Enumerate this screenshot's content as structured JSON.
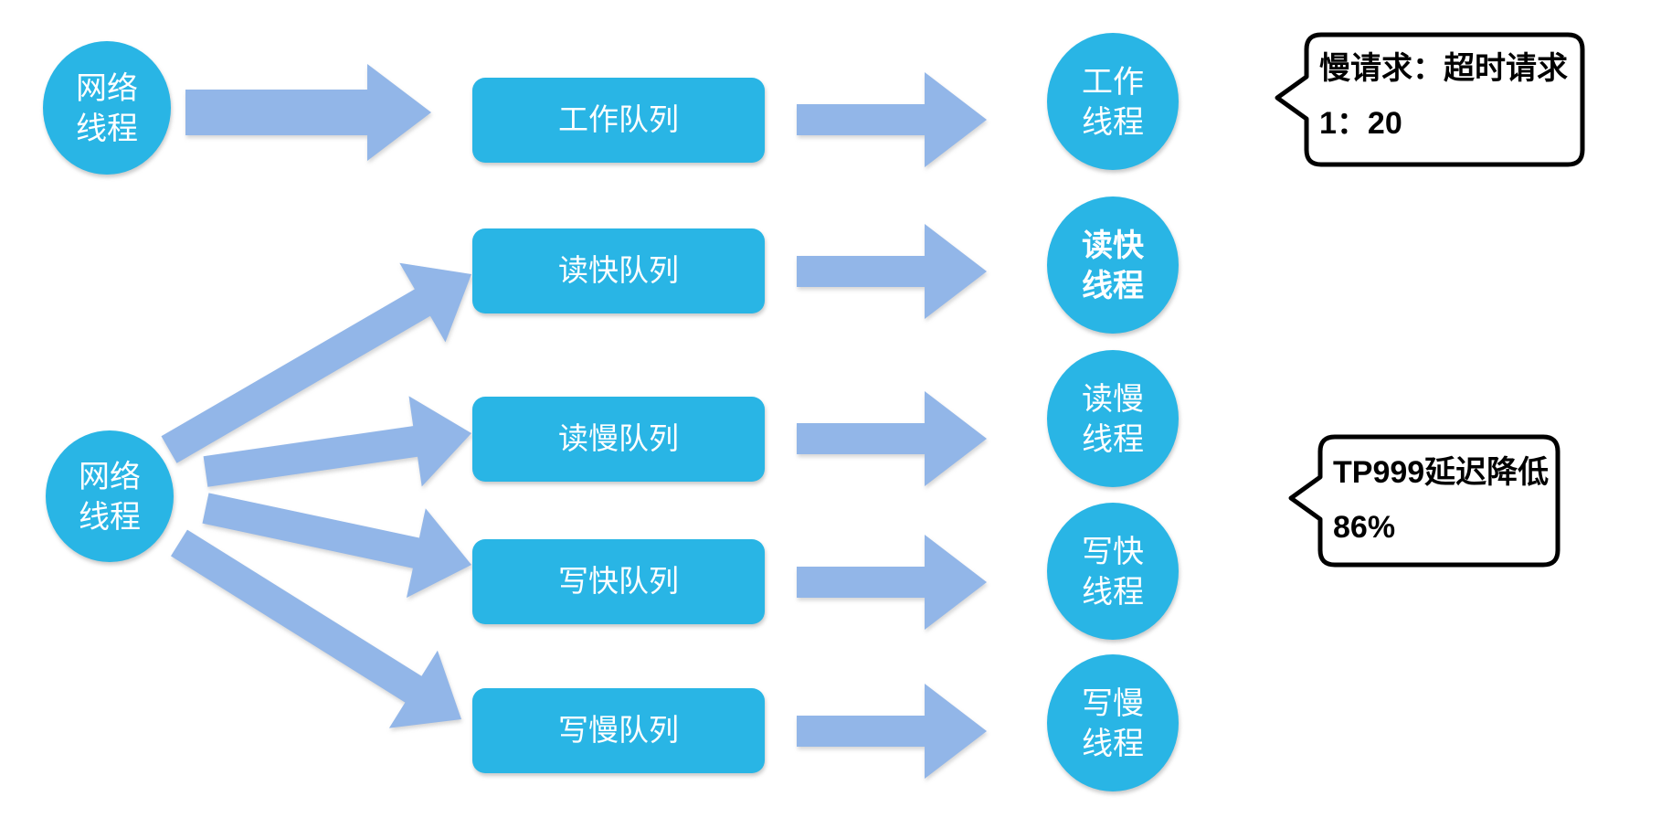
{
  "colors": {
    "node_fill": "#29B5E5",
    "arrow_fill": "#92B6E8",
    "node_text": "#FFFFFF",
    "callout_bg": "#FFFFFF",
    "callout_border": "#000000",
    "callout_text": "#000000"
  },
  "source_threads": [
    {
      "lines": [
        "网络",
        "线程"
      ]
    },
    {
      "lines": [
        "网络",
        "线程"
      ]
    }
  ],
  "rows": [
    {
      "queue": "工作队列",
      "thread_lines": [
        "工作",
        "线程"
      ],
      "thread_bold": false
    },
    {
      "queue": "读快队列",
      "thread_lines": [
        "读快",
        "线程"
      ],
      "thread_bold": true
    },
    {
      "queue": "读慢队列",
      "thread_lines": [
        "读慢",
        "线程"
      ],
      "thread_bold": false
    },
    {
      "queue": "写快队列",
      "thread_lines": [
        "写快",
        "线程"
      ],
      "thread_bold": false
    },
    {
      "queue": "写慢队列",
      "thread_lines": [
        "写慢",
        "线程"
      ],
      "thread_bold": false
    }
  ],
  "callouts": [
    {
      "lines": [
        "慢请求：超时请求",
        "1：20"
      ]
    },
    {
      "lines": [
        "TP999延迟降低",
        "86%"
      ]
    }
  ]
}
